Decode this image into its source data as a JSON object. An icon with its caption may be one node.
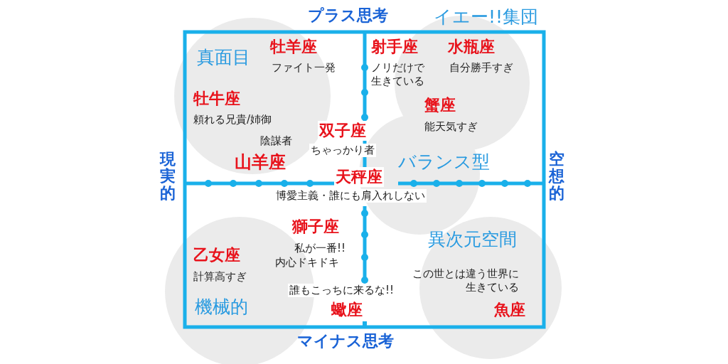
{
  "diagram": {
    "nodes": [
      {
        "text": [
          "真面目"
        ]
      },
      {
        "text": [
          "イエー!!集団"
        ]
      },
      {
        "text": [
          "バランス型"
        ]
      },
      {
        "text": [
          "機械的"
        ]
      },
      {
        "text": [
          "異次元空間"
        ]
      }
    ],
    "labels": [
      "プラス思考",
      "牡羊座",
      "射手座",
      "水瓶座",
      "ファイト一発",
      "ノリだけで生きている",
      "自分勝手すぎ",
      "牡牛座",
      "蟹座",
      "頼れる兄貴/姉御",
      "能天気すぎ",
      "双子座",
      "陰謀者",
      "ちゃっかり者",
      "山羊座",
      "現実的",
      "空想的",
      "天秤座",
      "博愛主義・誰にも肩入れしない",
      "獅子座",
      "私が一番!!",
      "乙女座",
      "内心ドキドキ",
      "計算高すぎ",
      "この世とは違う世界に生きている",
      "誰もこっちに来るな!!",
      "蠍座",
      "魚座",
      "マイナス思考"
    ]
  }
}
